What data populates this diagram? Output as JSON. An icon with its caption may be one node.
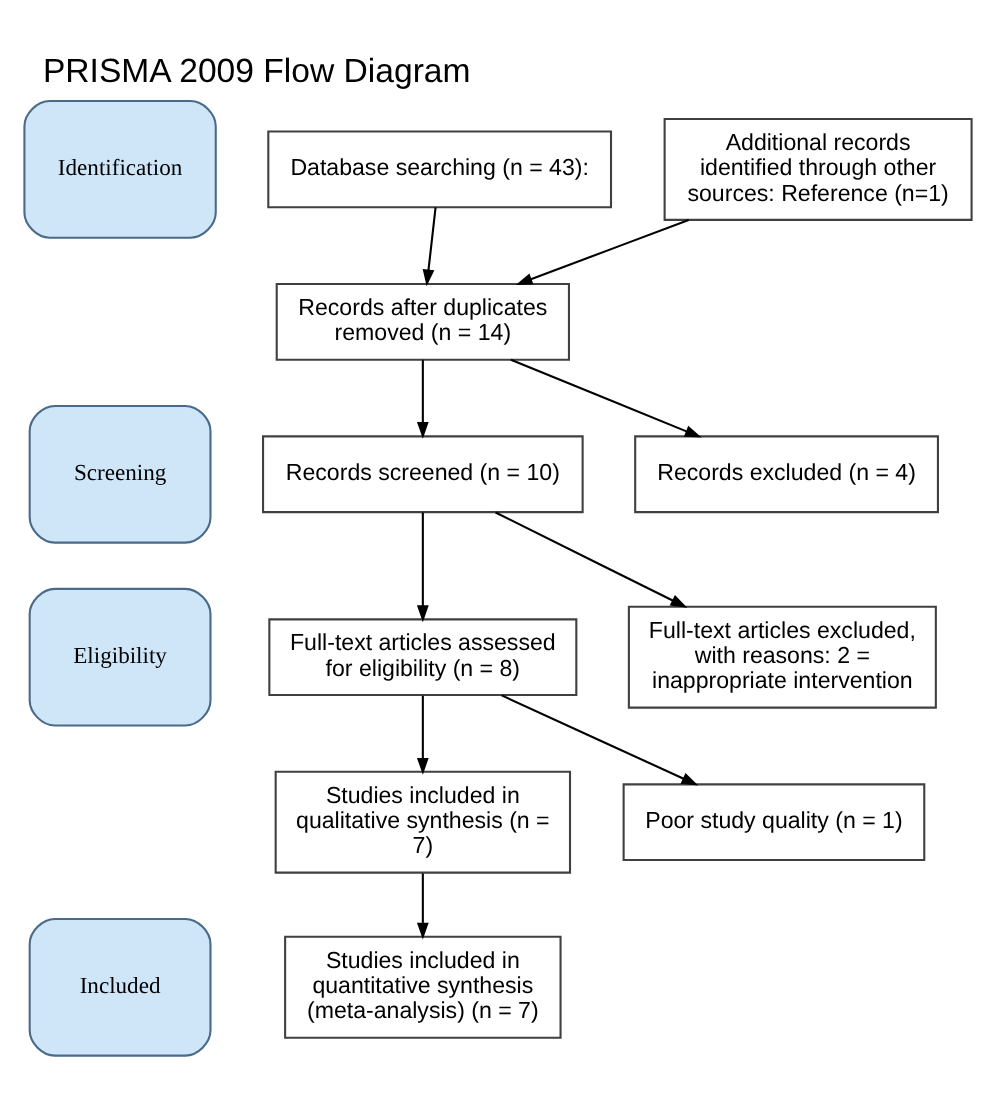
{
  "diagram": {
    "title": "PRISMA 2009 Flow Diagram",
    "nodes": [
      {
        "text": [
          "Identification"
        ]
      },
      {
        "text": [
          "Screening"
        ]
      },
      {
        "text": [
          "Eligibility"
        ]
      },
      {
        "text": [
          "Included"
        ]
      },
      {
        "text": [
          "Database searching (n = 43):"
        ]
      },
      {
        "text": [
          "Additional records identified through other sources: Reference (n=1)"
        ]
      },
      {
        "text": [
          "Records after duplicates removed (n = 14)"
        ]
      },
      {
        "text": [
          "Records excluded (n = 4)"
        ]
      },
      {
        "text": [
          "Records screened (n = 10)"
        ]
      },
      {
        "text": [
          "Full-text articles excluded, with reasons: 2 = inappropriate intervention"
        ]
      },
      {
        "text": [
          "Full-text articles assessed for eligibility (n = 8)"
        ]
      },
      {
        "text": [
          "Poor study quality (n = 1)"
        ]
      },
      {
        "text": [
          "Studies included in qualitative synthesis (n = 7)"
        ]
      },
      {
        "text": [
          "Studies included in quantitative synthesis (meta-analysis) (n = 7)"
        ]
      }
    ],
    "edges": [
      {
        "from": 4,
        "to": 6,
        "arrow": "to"
      },
      {
        "from": 5,
        "to": 6,
        "arrow": "to"
      },
      {
        "from": 6,
        "to": 8,
        "arrow": "to"
      },
      {
        "from": 6,
        "to": 7,
        "arrow": "to"
      },
      {
        "from": 8,
        "to": 10,
        "arrow": "to"
      },
      {
        "from": 8,
        "to": 9,
        "arrow": "to"
      },
      {
        "from": 10,
        "to": 12,
        "arrow": "to"
      },
      {
        "from": 10,
        "to": 11,
        "arrow": "to"
      },
      {
        "from": 12,
        "to": 13,
        "arrow": "to"
      }
    ]
  }
}
